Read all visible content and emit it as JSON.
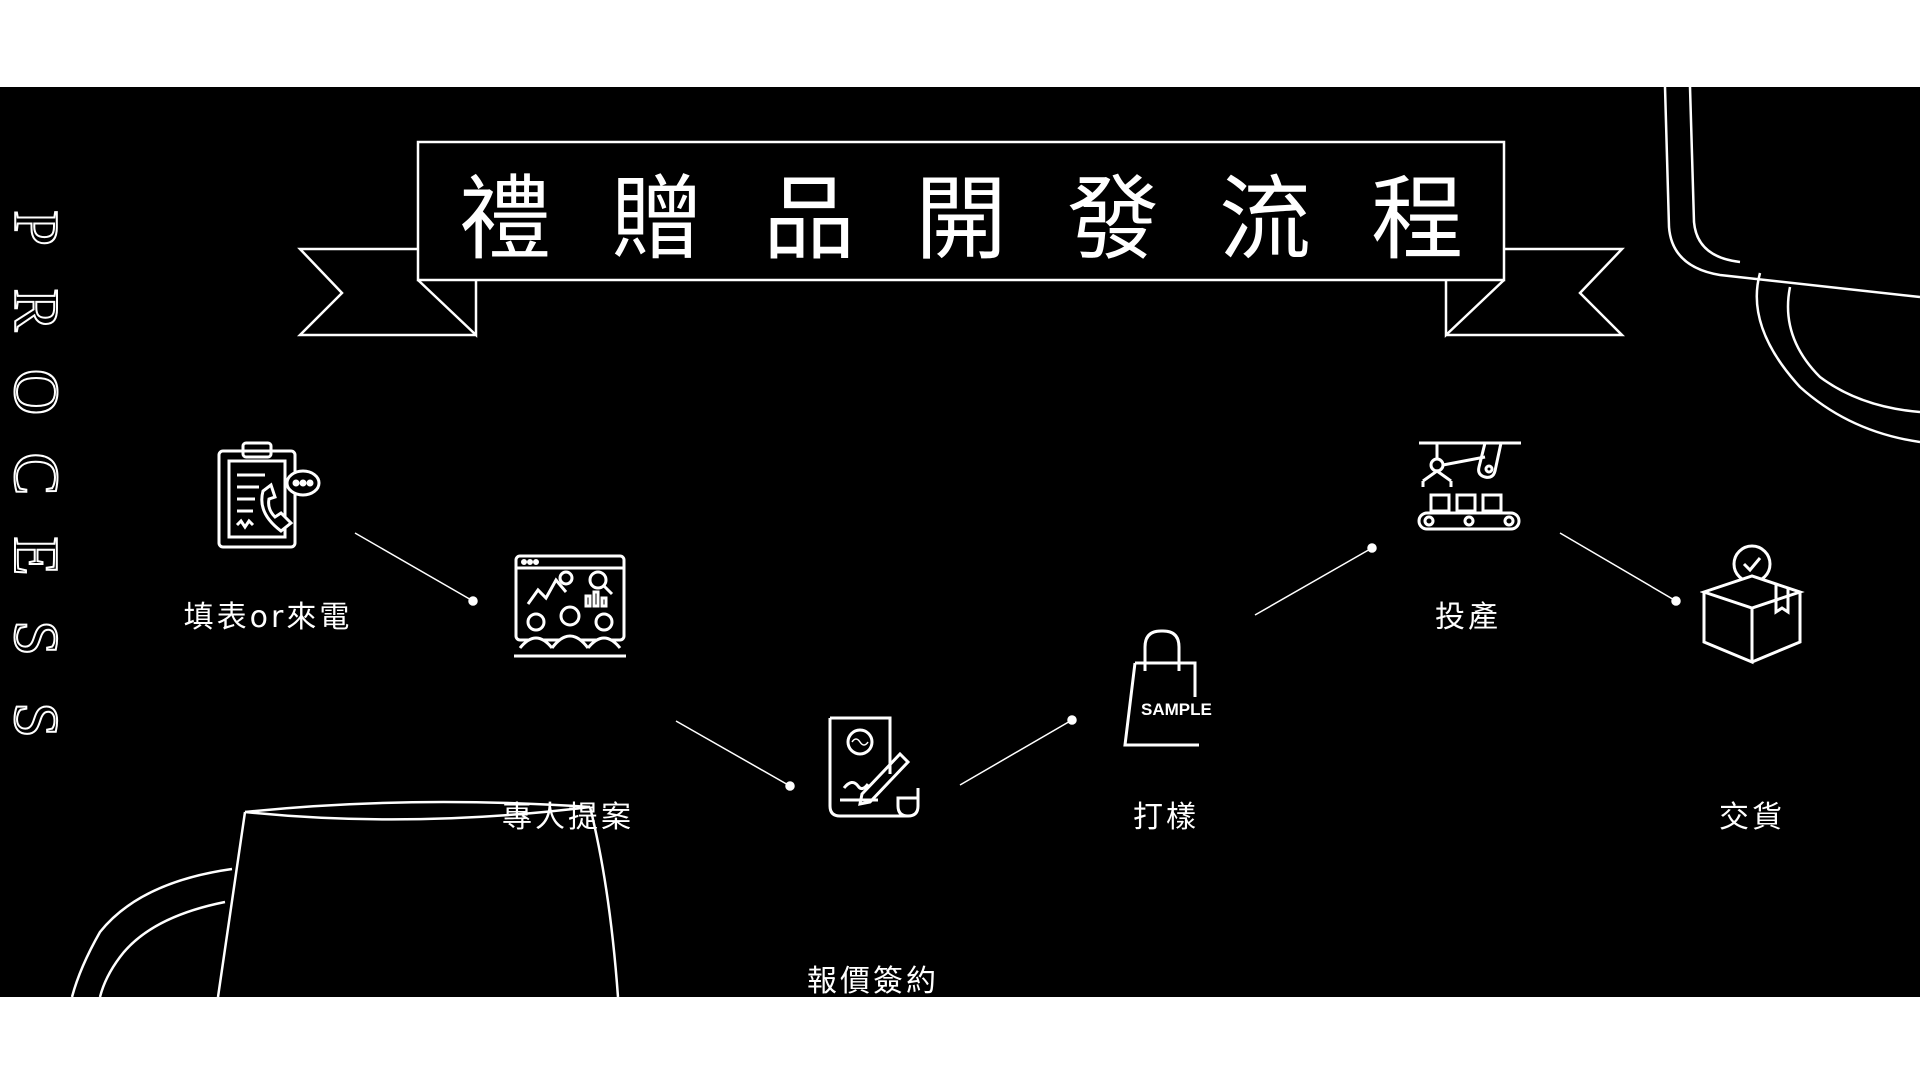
{
  "title": "禮贈品開發流程",
  "side_label": [
    "P",
    "R",
    "O",
    "C",
    "E",
    "S",
    "S"
  ],
  "steps": [
    {
      "label": "填表or來電",
      "icon": "clipboard-phone-icon"
    },
    {
      "label": "專人提案",
      "icon": "presentation-icon"
    },
    {
      "label": "報價簽約",
      "icon": "contract-sign-icon"
    },
    {
      "label": "打樣",
      "icon": "sample-bag-icon"
    },
    {
      "label": "投產",
      "icon": "production-line-icon"
    },
    {
      "label": "交貨",
      "icon": "delivery-box-icon"
    }
  ],
  "sample_text": "SAMPLE",
  "colors": {
    "background": "#000000",
    "line": "#ffffff",
    "page": "#ffffff"
  }
}
